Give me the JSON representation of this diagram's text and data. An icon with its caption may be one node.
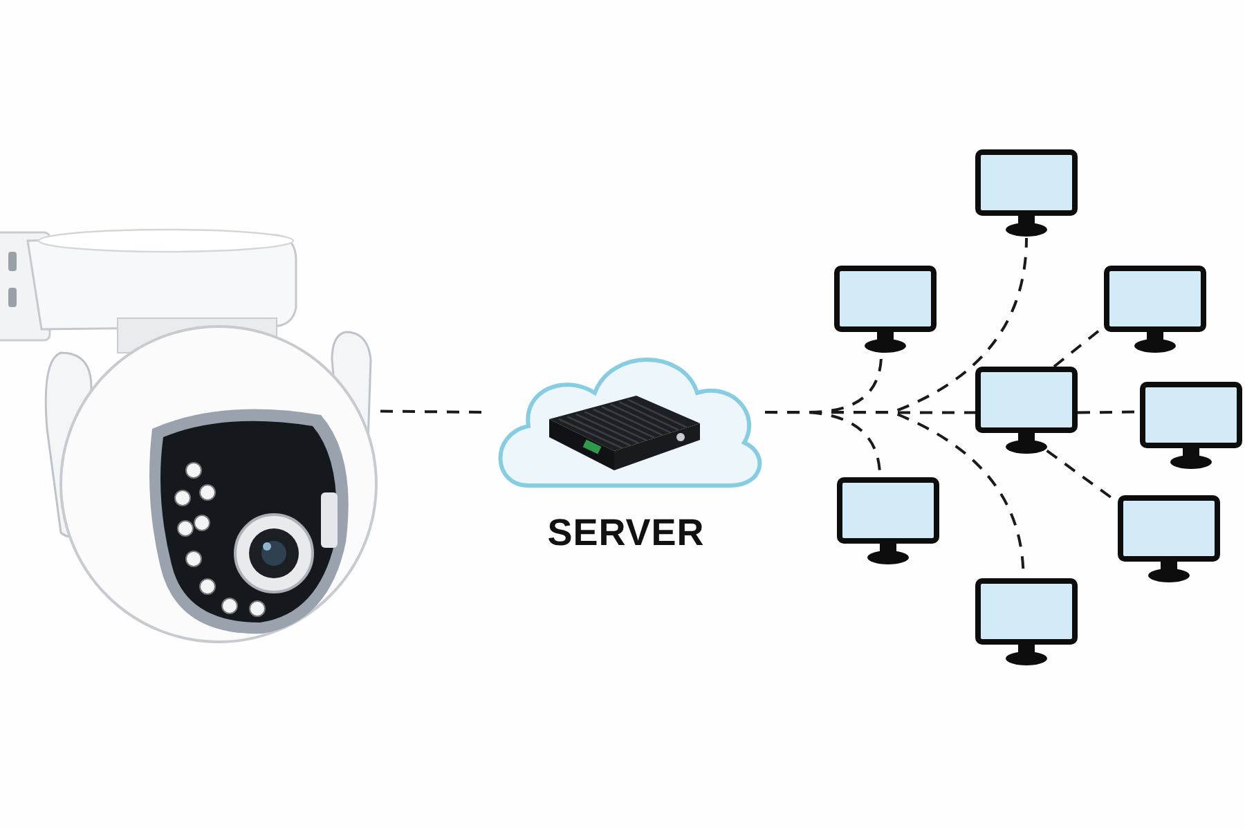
{
  "diagram": {
    "nodes": [
      {
        "text": [],
        "shape": "picture"
      },
      {
        "text": [
          "SERVER"
        ]
      },
      {
        "text": [],
        "shape": "monitor"
      },
      {
        "text": [],
        "shape": "monitor"
      },
      {
        "text": [],
        "shape": "monitor"
      },
      {
        "text": [],
        "shape": "monitor"
      },
      {
        "text": [],
        "shape": "monitor"
      },
      {
        "text": [],
        "shape": "monitor"
      },
      {
        "text": [],
        "shape": "monitor"
      },
      {
        "text": [],
        "shape": "monitor"
      }
    ],
    "edges": [
      {
        "from": 0,
        "to": 1,
        "arrow": "none",
        "style": "dashed"
      },
      {
        "from": 1,
        "to": 3,
        "arrow": "none",
        "style": "dashed"
      },
      {
        "from": 1,
        "to": 7,
        "arrow": "none",
        "style": "dashed"
      },
      {
        "from": 1,
        "to": 2,
        "arrow": "none",
        "style": "dashed"
      },
      {
        "from": 1,
        "to": 9,
        "arrow": "none",
        "style": "dashed"
      },
      {
        "from": 1,
        "to": 5,
        "arrow": "none",
        "style": "dashed"
      },
      {
        "from": 5,
        "to": 6,
        "arrow": "none",
        "style": "dashed"
      },
      {
        "from": 5,
        "to": 4,
        "arrow": "none",
        "style": "dashed"
      },
      {
        "from": 5,
        "to": 8,
        "arrow": "none",
        "style": "dashed"
      }
    ]
  }
}
